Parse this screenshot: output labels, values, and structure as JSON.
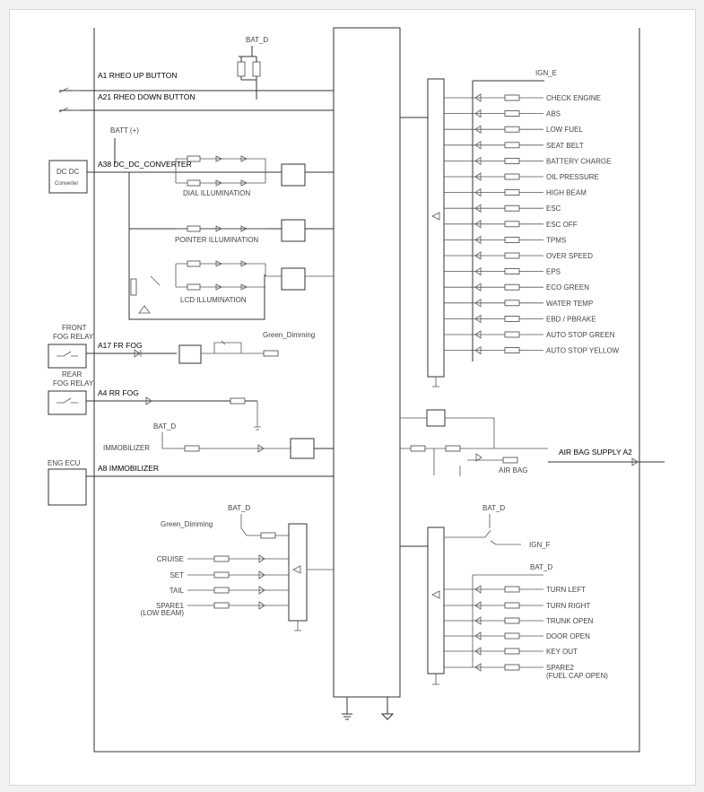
{
  "labels": {
    "bat_d": "BAT_D",
    "ign_e": "IGN_E",
    "batt_plus": "BATT (+)",
    "dc_dc": "DC DC",
    "converter": "Converter",
    "front": "FRONT",
    "fog_relay": "FOG RELAY",
    "rear": "REAR",
    "eng_ecu": "ENG ECU",
    "green_dimming": "Green_Dimming",
    "immobilizer_lbl": "IMMOBILIZER",
    "dial_illum": "DIAL ILLUMINATION",
    "pointer_illum": "POINTER ILLUMINATION",
    "lcd_illum": "LCD ILLUMINATION",
    "air_bag": "AIR BAG",
    "ign_f": "IGN_F"
  },
  "pins": {
    "a1": "A1  RHEO UP BUTTON",
    "a21": "A21 RHEO DOWN BUTTON",
    "a38": "A38 DC_DC_CONVERTER",
    "a17": "A17 FR FOG",
    "a4": "A4  RR FOG",
    "a8": "A8  IMMOBILIZER",
    "a2": "AIR BAG SUPPLY  A2"
  },
  "warning_lamps": [
    "CHECK ENGINE",
    "ABS",
    "LOW FUEL",
    "SEAT BELT",
    "BATTERY CHARGE",
    "OIL PRESSURE",
    "HIGH BEAM",
    "ESC",
    "ESC OFF",
    "TPMS",
    "OVER SPEED",
    "EPS",
    "ECO GREEN",
    "WATER TEMP",
    "EBD / PBRAKE",
    "AUTO STOP GREEN",
    "AUTO STOP YELLOW"
  ],
  "indicators_left": [
    "CRUISE",
    "SET",
    "TAIL",
    "SPARE1",
    "(LOW BEAM)"
  ],
  "indicators_right": [
    "TURN LEFT",
    "TURN RIGHT",
    "TRUNK OPEN",
    "DOOR OPEN",
    "KEY OUT",
    "SPARE2",
    "(FUEL CAP OPEN)"
  ]
}
